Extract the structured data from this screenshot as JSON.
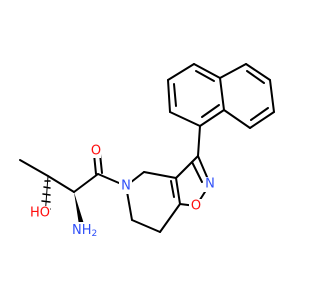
{
  "atoms": {
    "carbonyl_o": {
      "label": "O",
      "color": "#ff0d0d"
    },
    "ring_n": {
      "label": "N",
      "color": "#3050f8"
    },
    "isoxazole_n": {
      "label": "N",
      "color": "#3050f8"
    },
    "isoxazole_o": {
      "label": "O",
      "color": "#ff0d0d"
    },
    "amine": {
      "label": "NH",
      "subscript": "2",
      "color": "#3050f8"
    },
    "hydroxyl": {
      "label": "HO",
      "color": "#ff0d0d"
    }
  }
}
